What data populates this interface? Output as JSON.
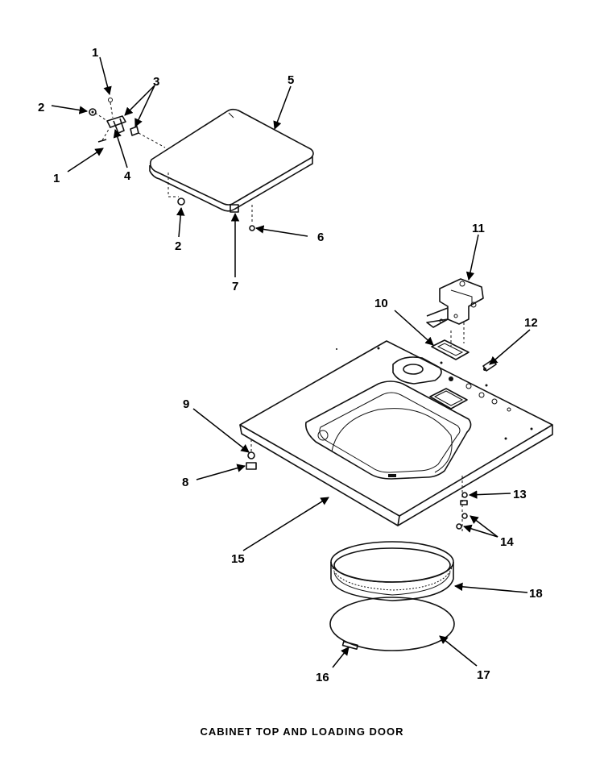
{
  "caption": "CABINET TOP AND LOADING DOOR",
  "callouts": {
    "c1a": "1",
    "c1b": "1",
    "c2a": "2",
    "c2b": "2",
    "c3": "3",
    "c4": "4",
    "c5": "5",
    "c6": "6",
    "c7": "7",
    "c8": "8",
    "c9": "9",
    "c10": "10",
    "c11": "11",
    "c12": "12",
    "c13": "13",
    "c14": "14",
    "c15": "15",
    "c16": "16",
    "c17": "17",
    "c18": "18"
  }
}
